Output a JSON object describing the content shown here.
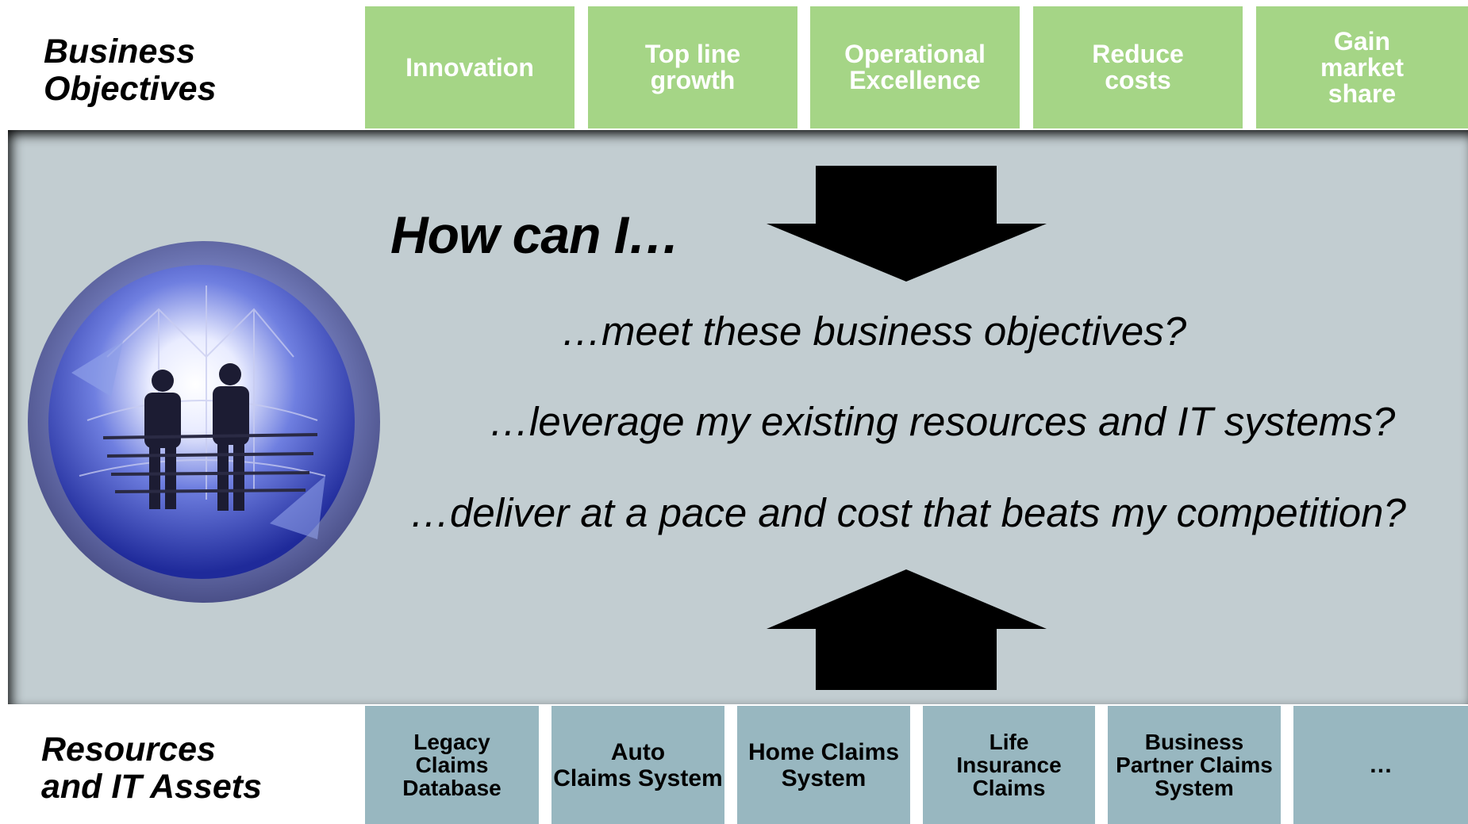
{
  "business_objectives": {
    "label_lines": [
      "Business",
      "Objectives"
    ],
    "items": [
      "Innovation",
      "Top line\ngrowth",
      "Operational\nExcellence",
      "Reduce\ncosts",
      "Gain\nmarket\nshare"
    ],
    "color": "#a5d586"
  },
  "main": {
    "heading": "How can I…",
    "questions": [
      "…meet these business objectives?",
      "…leverage my existing resources and IT systems?",
      "…deliver at a pace and cost that beats my competition?"
    ],
    "background_color": "#c2cdd1",
    "arrow_color": "#000000",
    "image": "globe-people-icon"
  },
  "resources": {
    "label_lines": [
      "Resources",
      "and IT Assets"
    ],
    "items": [
      "Legacy\nClaims\nDatabase",
      "Auto\nClaims System",
      "Home Claims\nSystem",
      "Life\nInsurance\nClaims",
      "Business\nPartner Claims\nSystem",
      "…"
    ],
    "color": "#98b7c0"
  }
}
